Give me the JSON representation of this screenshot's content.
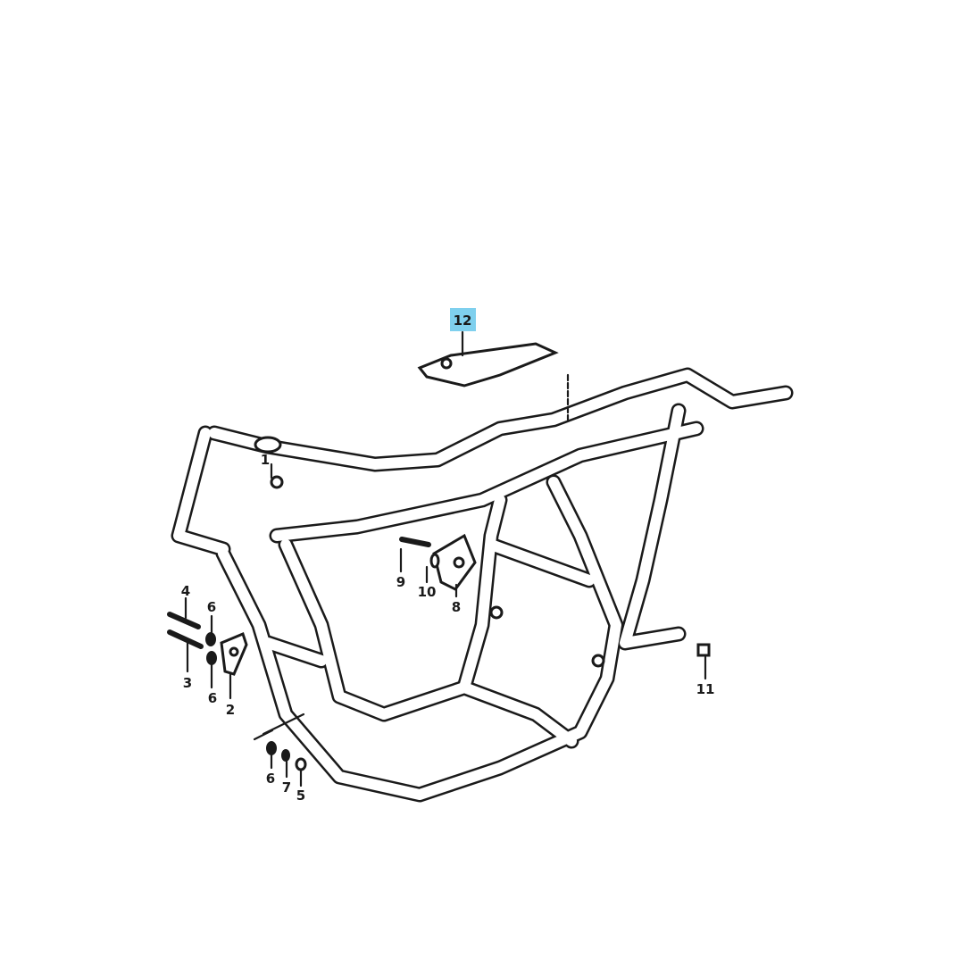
{
  "diagram": {
    "highlight_color": "#7fd0ee",
    "callouts": [
      {
        "id": "c12",
        "label": "12",
        "highlighted": true
      },
      {
        "id": "c1",
        "label": "1"
      },
      {
        "id": "c9",
        "label": "9"
      },
      {
        "id": "c10",
        "label": "10"
      },
      {
        "id": "c8",
        "label": "8"
      },
      {
        "id": "c4",
        "label": "4"
      },
      {
        "id": "c6a",
        "label": "6"
      },
      {
        "id": "c3",
        "label": "3"
      },
      {
        "id": "c6b",
        "label": "6"
      },
      {
        "id": "c2",
        "label": "2"
      },
      {
        "id": "c11",
        "label": "11"
      },
      {
        "id": "c6c",
        "label": "6"
      },
      {
        "id": "c7",
        "label": "7"
      },
      {
        "id": "c5",
        "label": "5"
      }
    ]
  }
}
